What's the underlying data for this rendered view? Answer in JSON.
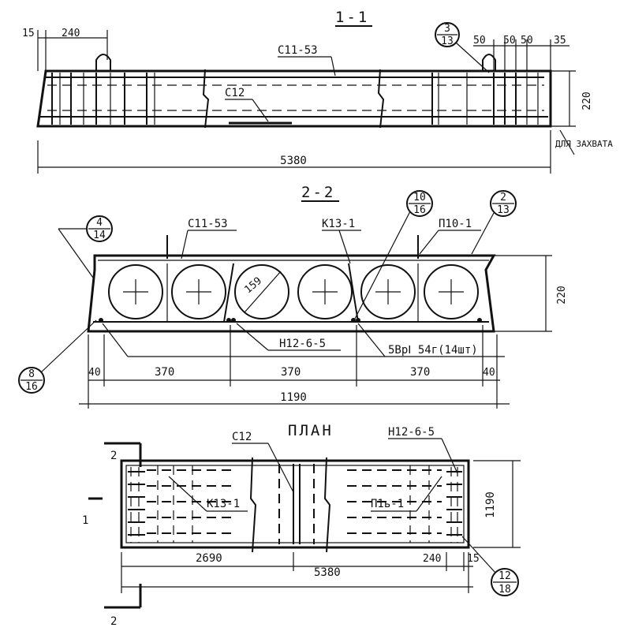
{
  "drawing": {
    "section_1": {
      "title": "1-1",
      "dims": {
        "left_edge": "15",
        "left_loop": "240",
        "right_50a": "50",
        "right_50b": "50",
        "right_50c": "50",
        "right_35": "35",
        "height": "220",
        "length": "5380"
      },
      "callouts": {
        "top_mesh": "С11-53",
        "bottom_mesh": "С12",
        "note": "ДЛЯ ЗАХВАТА"
      },
      "bubble": {
        "top": "3",
        "bottom": "13"
      }
    },
    "section_2": {
      "title": "2-2",
      "dims": {
        "diameter": "159",
        "edge_left": "40",
        "span_1": "370",
        "span_2": "370",
        "span_3": "370",
        "edge_right": "40",
        "width": "1190",
        "height": "220"
      },
      "callouts": {
        "top_mesh": "С11-53",
        "frame": "К13-1",
        "loop": "П10-1",
        "bottom_mesh": "Н12-6-5",
        "wire": "5ВрⅠ 54г(14шт)"
      },
      "bubbles": [
        {
          "top": "4",
          "bottom": "14"
        },
        {
          "top": "10",
          "bottom": "16"
        },
        {
          "top": "2",
          "bottom": "13"
        },
        {
          "top": "8",
          "bottom": "16"
        }
      ]
    },
    "plan": {
      "title": "ПЛАН",
      "cut_mark_left": "2",
      "cut_mark_bottom": "2",
      "cut_mark_side": "1",
      "callouts": {
        "mesh": "С12",
        "mesh_end": "Н12-6-5",
        "frame": "К13-1",
        "loop": "П1ь-1"
      },
      "dims": {
        "half_length": "2690",
        "length": "5380",
        "end_a": "240",
        "end_b": "15",
        "width": "1190"
      },
      "bubble": {
        "top": "12",
        "bottom": "18"
      }
    }
  }
}
